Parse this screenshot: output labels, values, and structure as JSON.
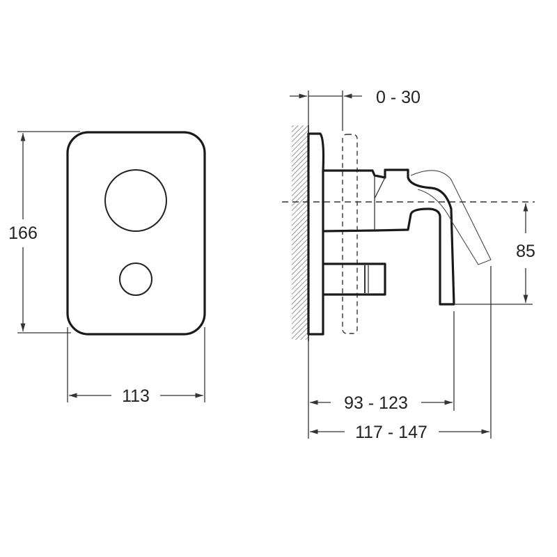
{
  "front_view": {
    "height_label": "166",
    "width_label": "113"
  },
  "side_view": {
    "offset_label": "0 - 30",
    "handle_height_label": "85",
    "depth_min_label": "93 - 123",
    "depth_max_label": "117 - 147"
  },
  "colors": {
    "line": "#1a1a1a",
    "background": "#ffffff"
  }
}
